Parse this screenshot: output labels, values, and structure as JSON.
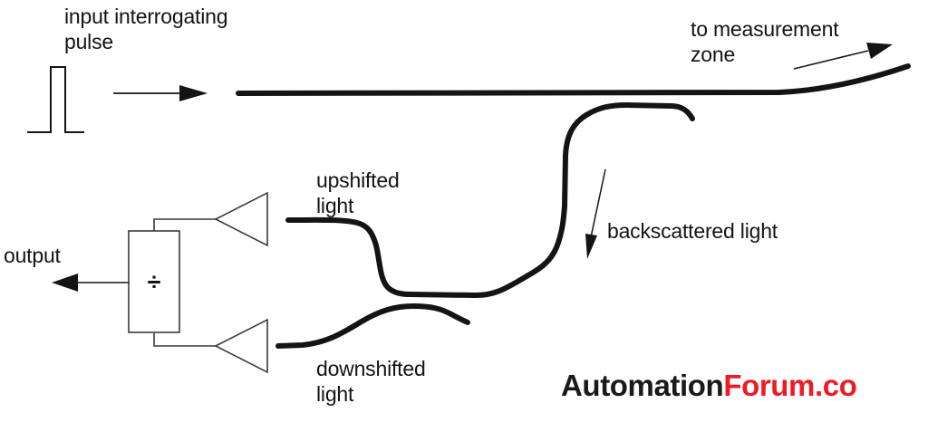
{
  "colors": {
    "background": "#ffffff",
    "line": "#141414",
    "logo_black": "#1a1a1a",
    "logo_red": "#ed1c24"
  },
  "labels": {
    "input_pulse": "input interrogating\npulse",
    "to_measurement_zone": "to measurement\nzone",
    "upshifted": "upshifted\nlight",
    "backscattered": "backscattered light",
    "downshifted": "downshifted\nlight",
    "output": "output",
    "divider_symbol": "÷"
  },
  "logo": {
    "automation": "Automation",
    "forum": "Forum.co"
  },
  "shapes": {
    "pulse_waveform": "rectangular-pulse-icon",
    "fiber": "optical-fiber-line",
    "backscatter_curve": "upshifted-light-curve",
    "downshift_curve": "downshifted-light-curve",
    "amplifier_top": "triangle-amplifier",
    "amplifier_bottom": "triangle-amplifier",
    "divider_box": "divide-box",
    "arrows": [
      "input-right-arrow",
      "measurement-up-right-arrow",
      "backscatter-down-arrow",
      "output-left-arrow"
    ]
  }
}
